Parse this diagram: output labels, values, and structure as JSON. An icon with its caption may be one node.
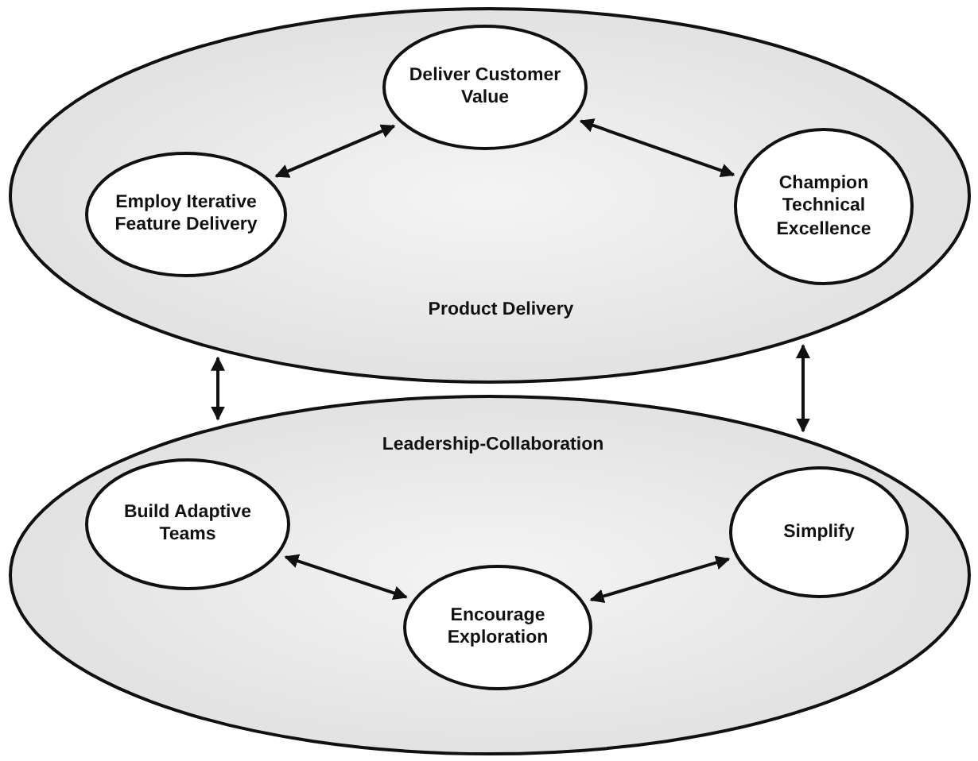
{
  "diagram": {
    "nodes": [
      {
        "text": [
          "Product Delivery"
        ]
      },
      {
        "text": [
          "Employ Iterative Feature Delivery"
        ],
        "in": 0
      },
      {
        "text": [
          "Deliver Customer Value"
        ],
        "in": 0
      },
      {
        "text": [
          "Champion Technical Excellence"
        ],
        "in": 0
      },
      {
        "text": [
          "Leadership-Collaboration"
        ]
      },
      {
        "text": [
          "Build Adaptive Teams"
        ],
        "in": 4
      },
      {
        "text": [
          "Encourage Exploration"
        ],
        "in": 4
      },
      {
        "text": [
          "Simplify"
        ],
        "in": 4
      }
    ],
    "edges": [
      {
        "from": 1,
        "to": 2,
        "arrow": "both"
      },
      {
        "from": 2,
        "to": 3,
        "arrow": "both"
      },
      {
        "from": 0,
        "to": 4,
        "arrow": "both"
      },
      {
        "from": 0,
        "to": 4,
        "arrow": "both"
      },
      {
        "from": 5,
        "to": 6,
        "arrow": "both"
      },
      {
        "from": 6,
        "to": 7,
        "arrow": "both"
      }
    ]
  }
}
